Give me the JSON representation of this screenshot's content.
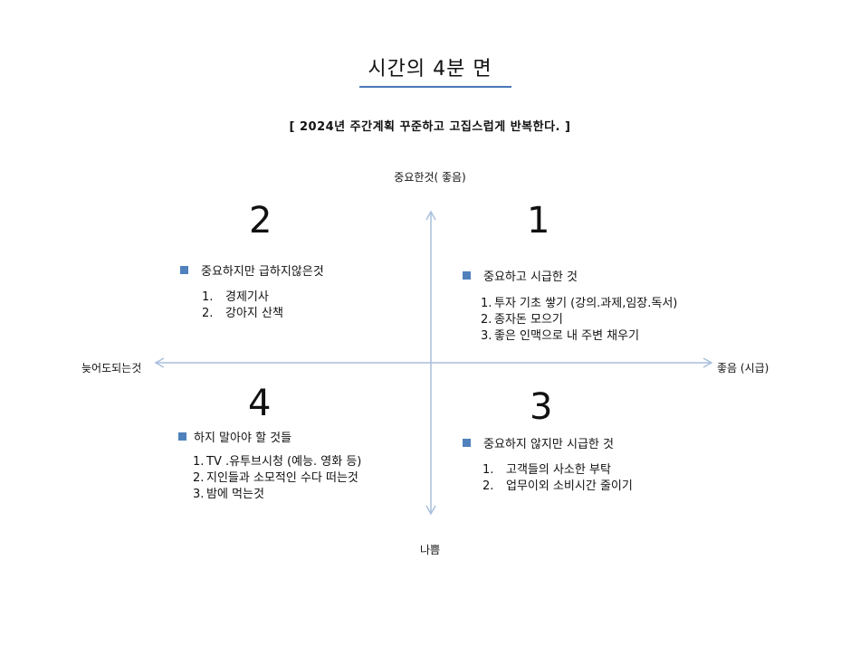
{
  "title": "시간의 4분 면",
  "subtitle": "[  2024년 주간계획 꾸준하고 고집스럽게 반복한다.  ]",
  "axes": {
    "top": "중요한것( 좋음)",
    "bottom": "나쁨",
    "left": "늦어도되는것",
    "right": "좋음 (시급)"
  },
  "colors": {
    "accent": "#4f81bd",
    "axis": "#a9bfdc",
    "underline": "#4a78b7"
  },
  "quadrants": {
    "q1": {
      "number": "1",
      "heading": "중요하고 시급한 것",
      "items": [
        {
          "num": "1.",
          "text": "투자 기초 쌓기 (강의.과제,임장.독서)"
        },
        {
          "num": "2.",
          "text": "종자돈 모으기"
        },
        {
          "num": "3.",
          "text": "좋은 인맥으로 내 주변 채우기"
        }
      ]
    },
    "q2": {
      "number": "2",
      "heading": "중요하지만 급하지않은것",
      "items": [
        {
          "num": "1.",
          "text": "경제기사"
        },
        {
          "num": "2.",
          "text": "강아지 산책"
        }
      ]
    },
    "q3": {
      "number": "3",
      "heading": "중요하지 않지만 시급한 것",
      "items": [
        {
          "num": "1.",
          "text": "고객들의 사소한 부탁"
        },
        {
          "num": "2.",
          "text": "업무이외 소비시간 줄이기"
        }
      ]
    },
    "q4": {
      "number": "4",
      "heading": "하지 말아야 할 것들",
      "items": [
        {
          "num": "1.",
          "text": "TV .유투브시청 (예능. 영화 등)"
        },
        {
          "num": "2.",
          "text": "지인들과 소모적인 수다 떠는것"
        },
        {
          "num": "3.",
          "text": "밤에 먹는것"
        }
      ]
    }
  }
}
